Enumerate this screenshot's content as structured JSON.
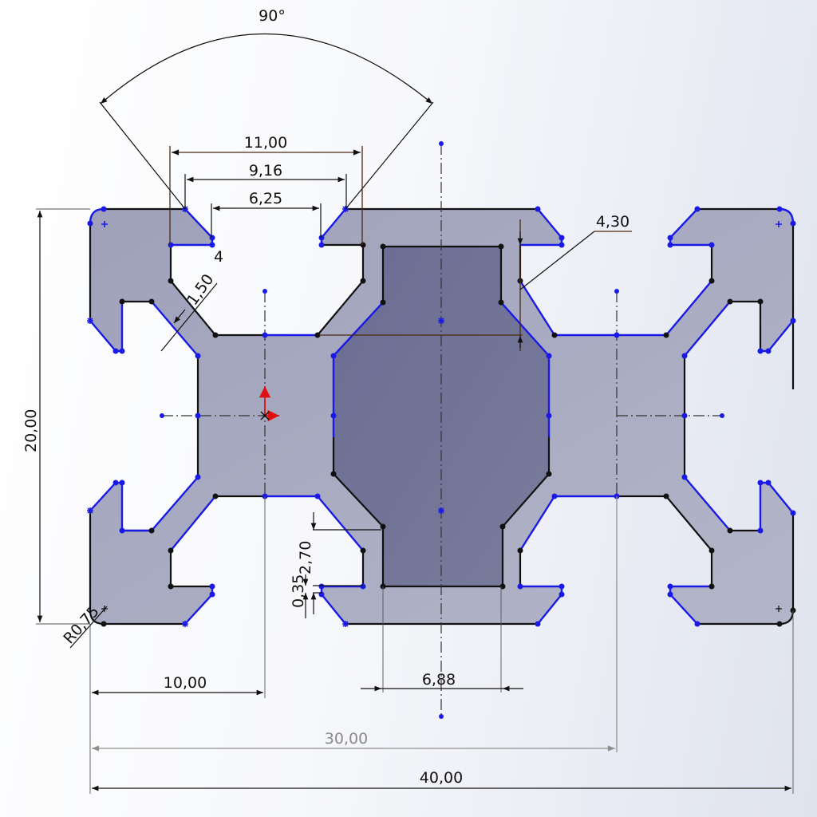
{
  "app": "CAD sketch – aluminium extrusion profile 20x40",
  "colors": {
    "profile_fill": "#a4a6bf",
    "core_fill": "#6e7095",
    "constrained_edge": "#111111",
    "underdefined_edge": "#1a1ae6",
    "origin_axis": "#e01010",
    "background_right": "#dfe3ee"
  },
  "dimensions": {
    "angle": "90°",
    "slot_outer_width": "11,00",
    "slot_chamfer_width": "9,16",
    "slot_opening": "6,25",
    "slot_depth_label": "4",
    "wall_thickness": "1,50",
    "core_offset": "4,30",
    "height": "20,00",
    "corner_radius": "R0,75",
    "lip_offset_a": "0,35",
    "lip_offset_b": "2,70",
    "core_width": "6,88",
    "pitch": "10,00",
    "center_distance": "30,00",
    "overall_width": "40,00"
  },
  "markers": {
    "origin": "origin-icon",
    "centerpoint": "centerpoint-marker"
  }
}
